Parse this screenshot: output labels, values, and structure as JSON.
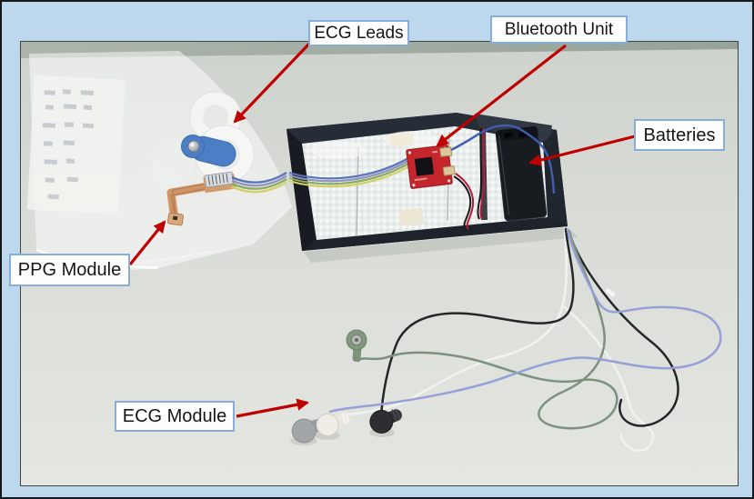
{
  "figure": {
    "colors": {
      "frame-bg": "#bdd7ec",
      "frame-border": "#15181b",
      "photo-border": "#3f4447",
      "arrow": "#c00000",
      "label-border": "#86aed6",
      "label-bg": "#ffffff",
      "label-text": "#161616"
    },
    "labels": [
      {
        "id": "ecg-leads",
        "text": "ECG Leads"
      },
      {
        "id": "bluetooth-unit",
        "text": "Bluetooth Unit"
      },
      {
        "id": "batteries",
        "text": "Batteries"
      },
      {
        "id": "ppg-module",
        "text": "PPG Module"
      },
      {
        "id": "ecg-module",
        "text": "ECG Module"
      }
    ]
  }
}
